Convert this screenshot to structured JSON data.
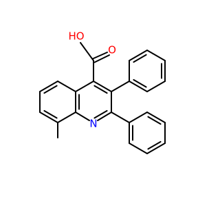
{
  "molecule": {
    "atom_labels": {
      "hydroxyl": "HO",
      "carbonyl_oxygen": "O",
      "ring_nitrogen": "N"
    },
    "colors": {
      "bond": "#000000",
      "oxygen": "#ff0000",
      "nitrogen": "#0000ff",
      "background": "#ffffff"
    }
  }
}
